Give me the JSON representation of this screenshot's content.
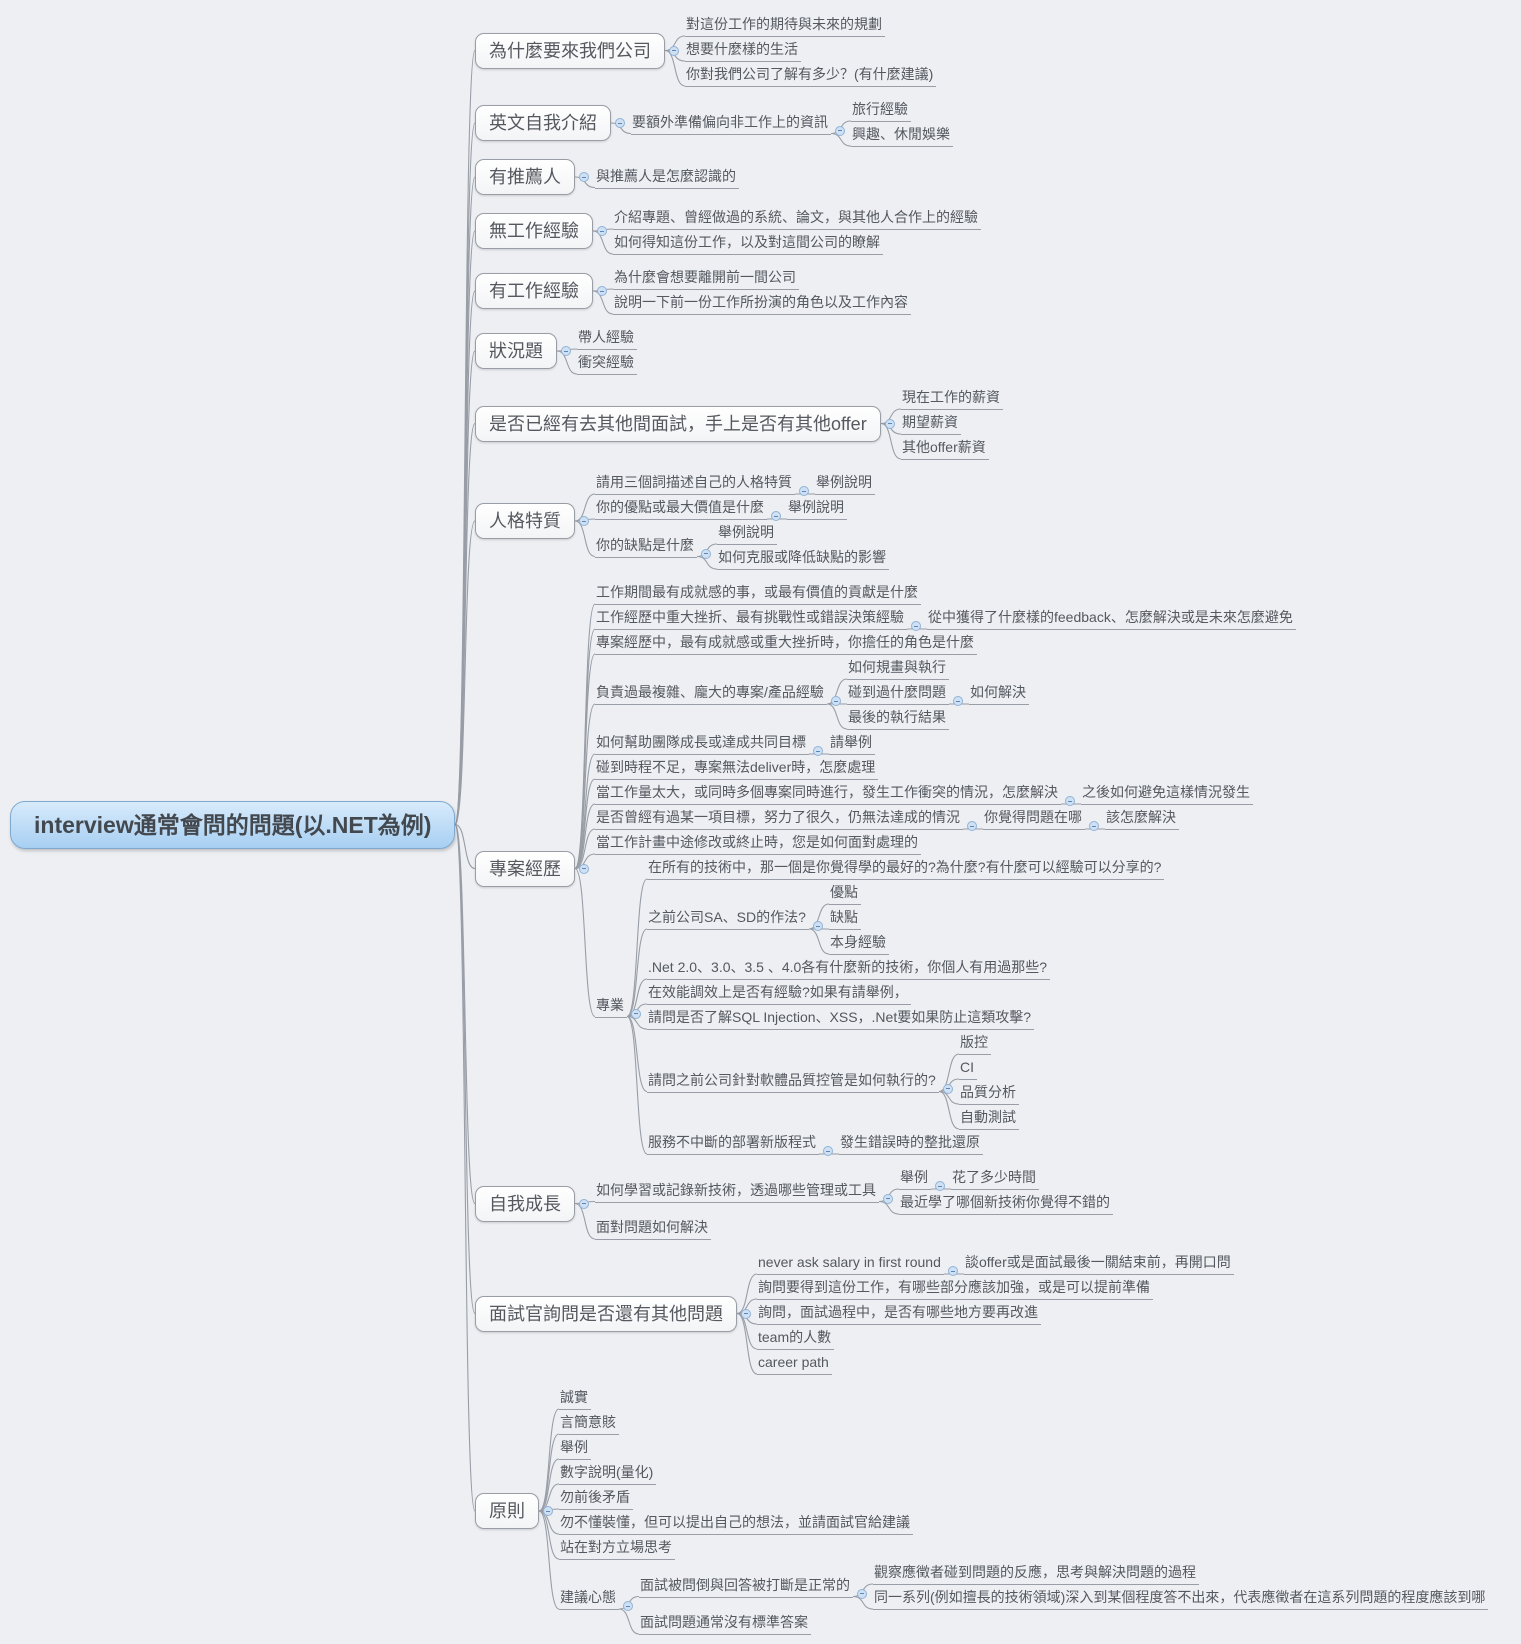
{
  "style": {
    "background": "#edeff3",
    "line_color": "#989da6",
    "root_top": "#d8ebfb",
    "root_bottom": "#a7cff2",
    "root_border": "#7fa9cf",
    "collapse_fill": "#cfe0f3",
    "collapse_border": "#8fb2d8"
  },
  "root": {
    "label": "interview通常會問的問題(以.NET為例)",
    "children": [
      {
        "label": "為什麼要來我們公司",
        "children": [
          {
            "label": "對這份工作的期待與未來的規劃"
          },
          {
            "label": "想要什麼樣的生活"
          },
          {
            "label": "你對我們公司了解有多少？(有什麼建議)"
          }
        ]
      },
      {
        "label": "英文自我介紹",
        "children": [
          {
            "label": "要額外準備偏向非工作上的資訊",
            "children": [
              {
                "label": "旅行經驗"
              },
              {
                "label": "興趣、休閒娛樂"
              }
            ]
          }
        ]
      },
      {
        "label": "有推薦人",
        "children": [
          {
            "label": "與推薦人是怎麼認識的"
          }
        ]
      },
      {
        "label": "無工作經驗",
        "children": [
          {
            "label": "介紹專題、曾經做過的系統、論文，與其他人合作上的經驗"
          },
          {
            "label": "如何得知這份工作，以及對這間公司的瞭解"
          }
        ]
      },
      {
        "label": "有工作經驗",
        "children": [
          {
            "label": "為什麼會想要離開前一間公司"
          },
          {
            "label": "說明一下前一份工作所扮演的角色以及工作內容"
          }
        ]
      },
      {
        "label": "狀況題",
        "children": [
          {
            "label": "帶人經驗"
          },
          {
            "label": "衝突經驗"
          }
        ]
      },
      {
        "label": "是否已經有去其他間面試，手上是否有其他offer",
        "children": [
          {
            "label": "現在工作的薪資"
          },
          {
            "label": "期望薪資"
          },
          {
            "label": "其他offer薪資"
          }
        ]
      },
      {
        "label": "人格特質",
        "children": [
          {
            "label": "請用三個詞描述自己的人格特質",
            "children": [
              {
                "label": "舉例說明"
              }
            ]
          },
          {
            "label": "你的優點或最大價值是什麼",
            "children": [
              {
                "label": "舉例說明"
              }
            ]
          },
          {
            "label": "你的缺點是什麼",
            "children": [
              {
                "label": "舉例說明"
              },
              {
                "label": "如何克服或降低缺點的影響"
              }
            ]
          }
        ]
      },
      {
        "label": "專案經歷",
        "children": [
          {
            "label": "工作期間最有成就感的事，或最有價值的貢獻是什麼"
          },
          {
            "label": "工作經歷中重大挫折、最有挑戰性或錯誤決策經驗",
            "children": [
              {
                "label": "從中獲得了什麼樣的feedback、怎麼解決或是未來怎麼避免"
              }
            ]
          },
          {
            "label": "專案經歷中，最有成就感或重大挫折時，你擔任的角色是什麼"
          },
          {
            "label": "負責過最複雜、龐大的專案/產品經驗",
            "children": [
              {
                "label": "如何規畫與執行"
              },
              {
                "label": "碰到過什麼問題",
                "children": [
                  {
                    "label": "如何解決"
                  }
                ]
              },
              {
                "label": "最後的執行結果"
              }
            ]
          },
          {
            "label": "如何幫助團隊成長或達成共同目標",
            "children": [
              {
                "label": "請舉例"
              }
            ]
          },
          {
            "label": "碰到時程不足，專案無法deliver時，怎麼處理"
          },
          {
            "label": "當工作量太大，或同時多個專案同時進行，發生工作衝突的情況，怎麼解決",
            "children": [
              {
                "label": "之後如何避免這樣情況發生"
              }
            ]
          },
          {
            "label": "是否曾經有過某一項目標，努力了很久，仍無法達成的情況",
            "children": [
              {
                "label": "你覺得問題在哪",
                "children": [
                  {
                    "label": "該怎麼解決"
                  }
                ]
              }
            ]
          },
          {
            "label": "當工作計畫中途修改或終止時，您是如何面對處理的"
          },
          {
            "label": "專業",
            "children": [
              {
                "label": "在所有的技術中，那一個是你覺得學的最好的?為什麼?有什麼可以經驗可以分享的?"
              },
              {
                "label": "之前公司SA、SD的作法?",
                "children": [
                  {
                    "label": "優點"
                  },
                  {
                    "label": "缺點"
                  },
                  {
                    "label": "本身經驗"
                  }
                ]
              },
              {
                "label": ".Net 2.0、3.0、3.5 、4.0各有什麼新的技術，你個人有用過那些?"
              },
              {
                "label": "在效能調效上是否有經驗?如果有請舉例，"
              },
              {
                "label": "請問是否了解SQL Injection、XSS，.Net要如果防止這類攻擊?"
              },
              {
                "label": "請問之前公司針對軟體品質控管是如何執行的?",
                "children": [
                  {
                    "label": "版控"
                  },
                  {
                    "label": "CI"
                  },
                  {
                    "label": "品質分析"
                  },
                  {
                    "label": "自動測試"
                  }
                ]
              },
              {
                "label": "服務不中斷的部署新版程式",
                "children": [
                  {
                    "label": "發生錯誤時的整批還原"
                  }
                ]
              }
            ]
          }
        ]
      },
      {
        "label": "自我成長",
        "children": [
          {
            "label": "如何學習或記錄新技術，透過哪些管理或工具",
            "children": [
              {
                "label": "舉例",
                "children": [
                  {
                    "label": "花了多少時間"
                  }
                ]
              },
              {
                "label": "最近學了哪個新技術你覺得不錯的"
              }
            ]
          },
          {
            "label": "面對問題如何解決"
          }
        ]
      },
      {
        "label": "面試官詢問是否還有其他問題",
        "children": [
          {
            "label": "never ask salary in first round",
            "children": [
              {
                "label": "談offer或是面試最後一關結束前，再開口問"
              }
            ]
          },
          {
            "label": "詢問要得到這份工作，有哪些部分應該加強，或是可以提前準備"
          },
          {
            "label": "詢問，面試過程中，是否有哪些地方要再改進"
          },
          {
            "label": "team的人數"
          },
          {
            "label": "career path"
          }
        ]
      },
      {
        "label": "原則",
        "children": [
          {
            "label": "誠實"
          },
          {
            "label": "言簡意賅"
          },
          {
            "label": "舉例"
          },
          {
            "label": "數字說明(量化)"
          },
          {
            "label": "勿前後矛盾"
          },
          {
            "label": "勿不懂裝懂，但可以提出自己的想法，並請面試官給建議"
          },
          {
            "label": "站在對方立場思考"
          },
          {
            "label": "建議心態",
            "children": [
              {
                "label": "面試被問倒與回答被打斷是正常的",
                "children": [
                  {
                    "label": "觀察應徵者碰到問題的反應，思考與解決問題的過程"
                  },
                  {
                    "label": "同一系列(例如擅長的技術領域)深入到某個程度答不出來，代表應徵者在這系列問題的程度應該到哪"
                  }
                ]
              },
              {
                "label": "面試問題通常沒有標準答案"
              }
            ]
          }
        ]
      }
    ]
  }
}
